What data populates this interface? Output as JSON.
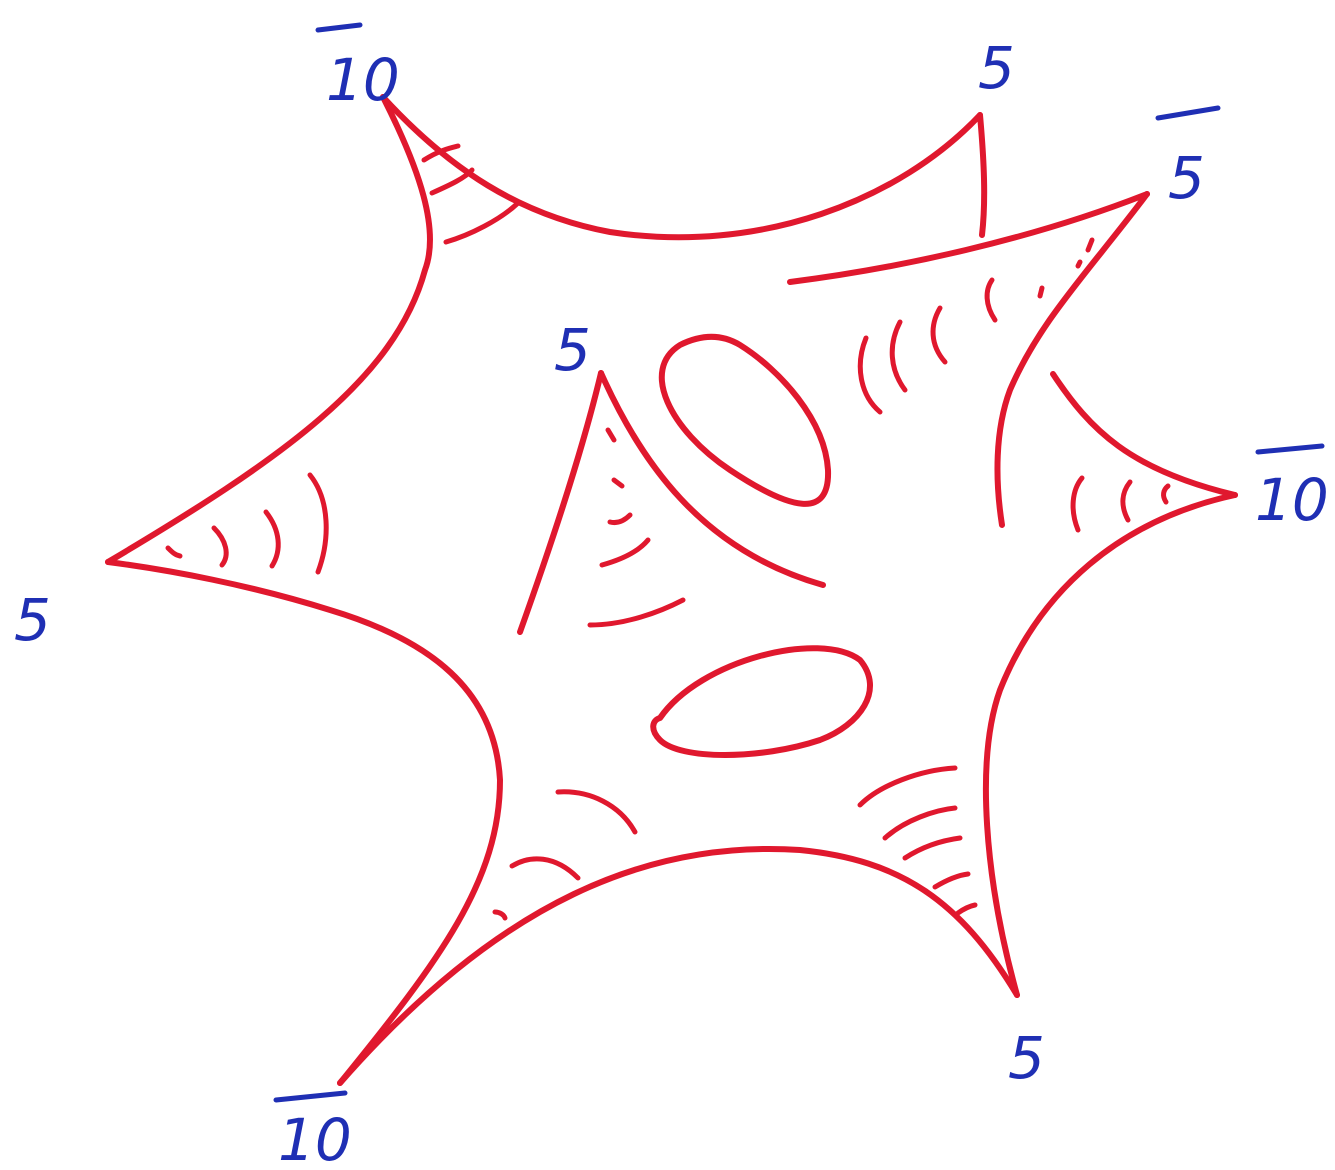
{
  "colors": {
    "curve": "#e0182e",
    "label": "#1f2fb4",
    "background": "#ffffff"
  },
  "labels": [
    {
      "id": "top-left",
      "text": "10",
      "overline": true
    },
    {
      "id": "top-right-a",
      "text": "5",
      "overline": false
    },
    {
      "id": "top-right-b",
      "text": "5",
      "overline": true
    },
    {
      "id": "inner",
      "text": "5",
      "overline": false
    },
    {
      "id": "left",
      "text": "5",
      "overline": false
    },
    {
      "id": "right",
      "text": "10",
      "overline": true
    },
    {
      "id": "bottom-right",
      "text": "5",
      "overline": false
    },
    {
      "id": "bottom-left",
      "text": "10",
      "overline": true
    }
  ]
}
